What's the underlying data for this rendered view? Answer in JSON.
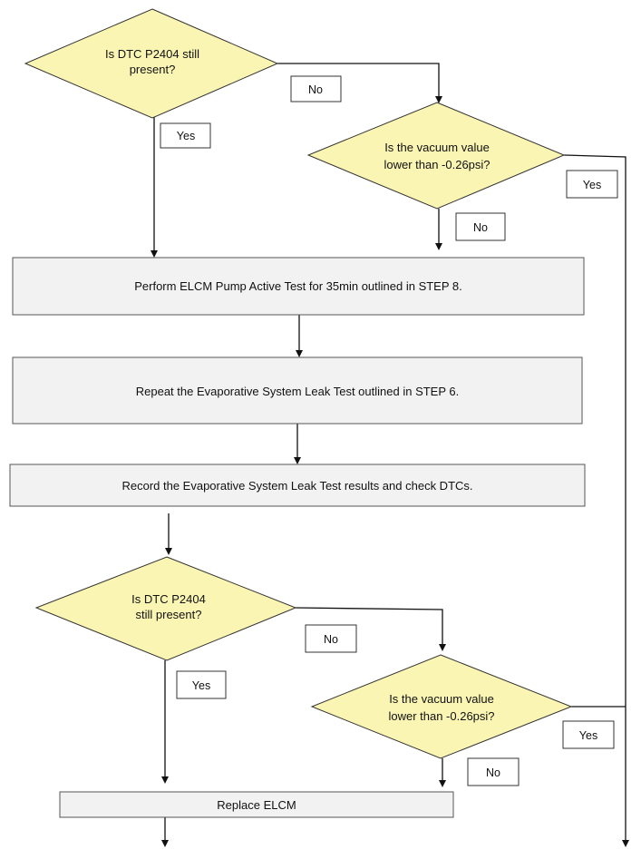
{
  "decisions": {
    "dtc_1": {
      "line1": "Is DTC P2404 still",
      "line2": "present?"
    },
    "vacuum_1": {
      "line1": "Is the vacuum value",
      "line2": "lower than -0.26psi?"
    },
    "dtc_2": {
      "line1": "Is DTC P2404",
      "line2": "still present?"
    },
    "vacuum_2": {
      "line1": "Is the vacuum value",
      "line2": "lower than -0.26psi?"
    }
  },
  "steps": {
    "elcm_pump_test": "Perform ELCM Pump Active Test for 35min outlined in STEP 8.",
    "repeat_leak_test": "Repeat the Evaporative System Leak Test outlined in STEP 6.",
    "record_results": "Record the Evaporative System Leak Test results and check DTCs.",
    "replace_elcm": "Replace ELCM"
  },
  "branch_labels": {
    "dtc_1_no": "No",
    "dtc_1_yes": "Yes",
    "vacuum_1_yes": "Yes",
    "vacuum_1_no": "No",
    "dtc_2_no": "No",
    "dtc_2_yes": "Yes",
    "vacuum_2_yes": "Yes",
    "vacuum_2_no": "No"
  },
  "colors": {
    "decision_fill": "#fbf5b4",
    "process_fill": "#f2f2f2",
    "line": "#111111"
  }
}
